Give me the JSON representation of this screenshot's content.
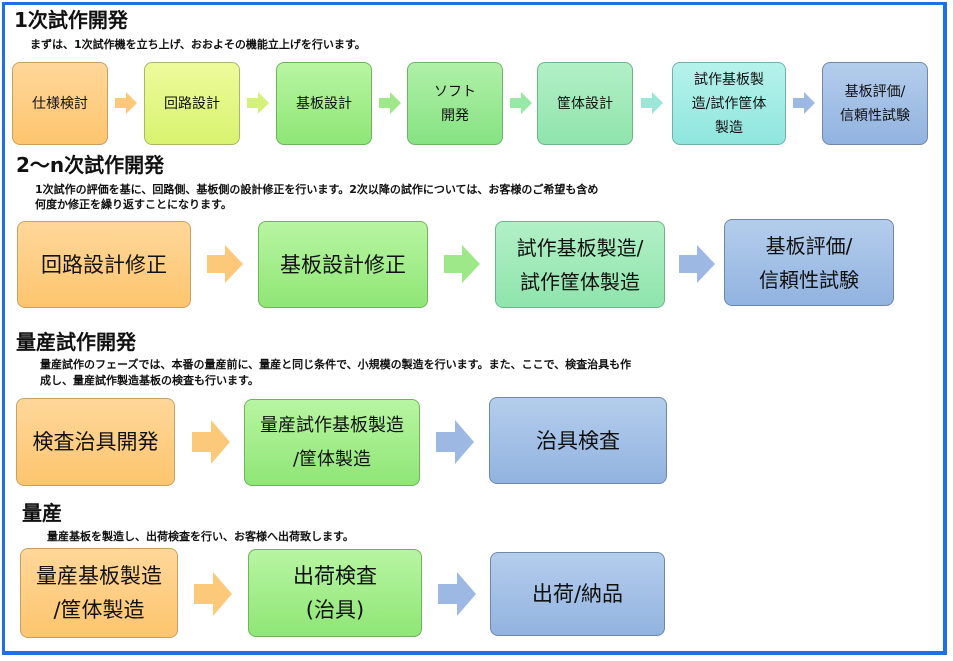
{
  "sections": [
    {
      "title": "1次試作開発",
      "description": [
        "まずは、1次試作機を立ち上げ、おおよその機能立上げを行います。"
      ],
      "steps": [
        "仕様検討",
        "回路設計",
        "基板設計",
        "ソフト\n開発",
        "筐体設計",
        "試作基板製\n造/試作筐体\n製造",
        "基板評価/\n信頼性試験"
      ]
    },
    {
      "title": "2～n次試作開発",
      "description": [
        "1次試作の評価を基に、回路側、基板側の設計修正を行います。2次以降の試作については、お客様のご希望も含め",
        "何度か修正を繰り返すことになります。"
      ],
      "steps": [
        "回路設計修正",
        "基板設計修正",
        "試作基板製造/\n試作筐体製造",
        "基板評価/\n信頼性試験"
      ]
    },
    {
      "title": "量産試作開発",
      "description": [
        "量産試作のフェーズでは、本番の量産前に、量産と同じ条件で、小規模の製造を行います。また、ここで、検査治具も作",
        "成し、量産試作製造基板の検査も行います。"
      ],
      "steps": [
        "検査治具開発",
        "量産試作基板製造\n/筐体製造",
        "治具検査"
      ]
    },
    {
      "title": "量産",
      "description": [
        "量産基板を製造し、出荷検査を行い、お客様へ出荷致します。"
      ],
      "steps": [
        "量産基板製造\n/筐体製造",
        "出荷検査\n(治具)",
        "出荷/納品"
      ]
    }
  ],
  "colors": {
    "frame": "#1f6fe8",
    "orange": "#fdc56e",
    "lime": "#d8f36f",
    "green": "#8fe676",
    "teal": "#8fe4ac",
    "cyan": "#8fe6de",
    "blue": "#92b3e0"
  }
}
